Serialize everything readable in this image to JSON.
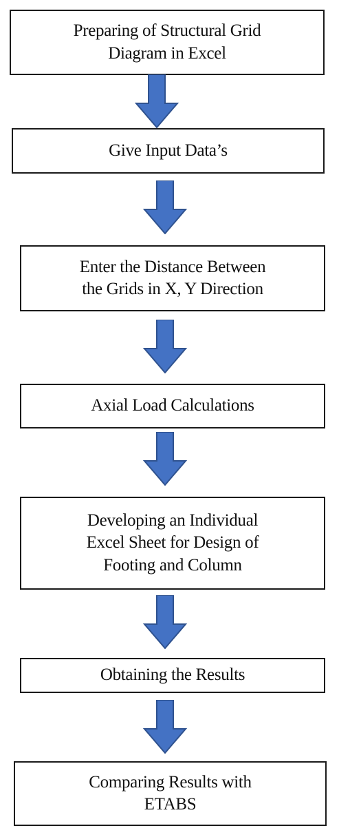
{
  "flowchart": {
    "steps": [
      {
        "label": "Preparing of Structural Grid\nDiagram in Excel"
      },
      {
        "label": "Give Input Data’s"
      },
      {
        "label": "Enter the Distance Between\nthe Grids in X, Y Direction"
      },
      {
        "label": "Axial Load Calculations"
      },
      {
        "label": "Developing an Individual\nExcel Sheet for Design of\nFooting and Column"
      },
      {
        "label": "Obtaining the Results"
      },
      {
        "label": "Comparing Results with\nETABS"
      }
    ],
    "arrow_color": "#4472c4",
    "arrow_outline": "#2f528f",
    "box_border_color": "#1a1a1a"
  }
}
